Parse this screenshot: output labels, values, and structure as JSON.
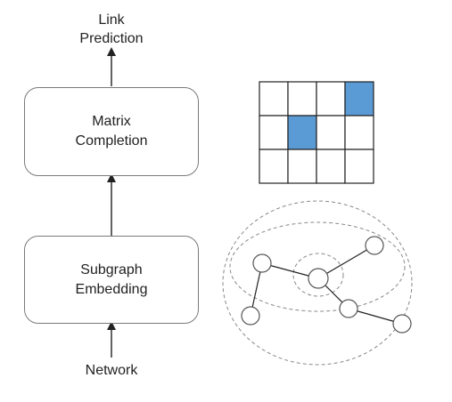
{
  "top_label": {
    "line1": "Link",
    "line2": "Prediction"
  },
  "matrix_box": {
    "line1": "Matrix",
    "line2": "Completion"
  },
  "subgraph_box": {
    "line1": "Subgraph",
    "line2": "Embedding"
  },
  "bottom_label": "Network",
  "matrix": {
    "rows": 3,
    "cols": 4,
    "highlight_color": "#5b9bd5",
    "highlighted_cells": [
      [
        0,
        3
      ],
      [
        1,
        1
      ]
    ]
  },
  "colors": {
    "line": "#222222",
    "box_border": "#7a7a7a",
    "dashed": "#888888",
    "node_stroke": "#555555"
  }
}
